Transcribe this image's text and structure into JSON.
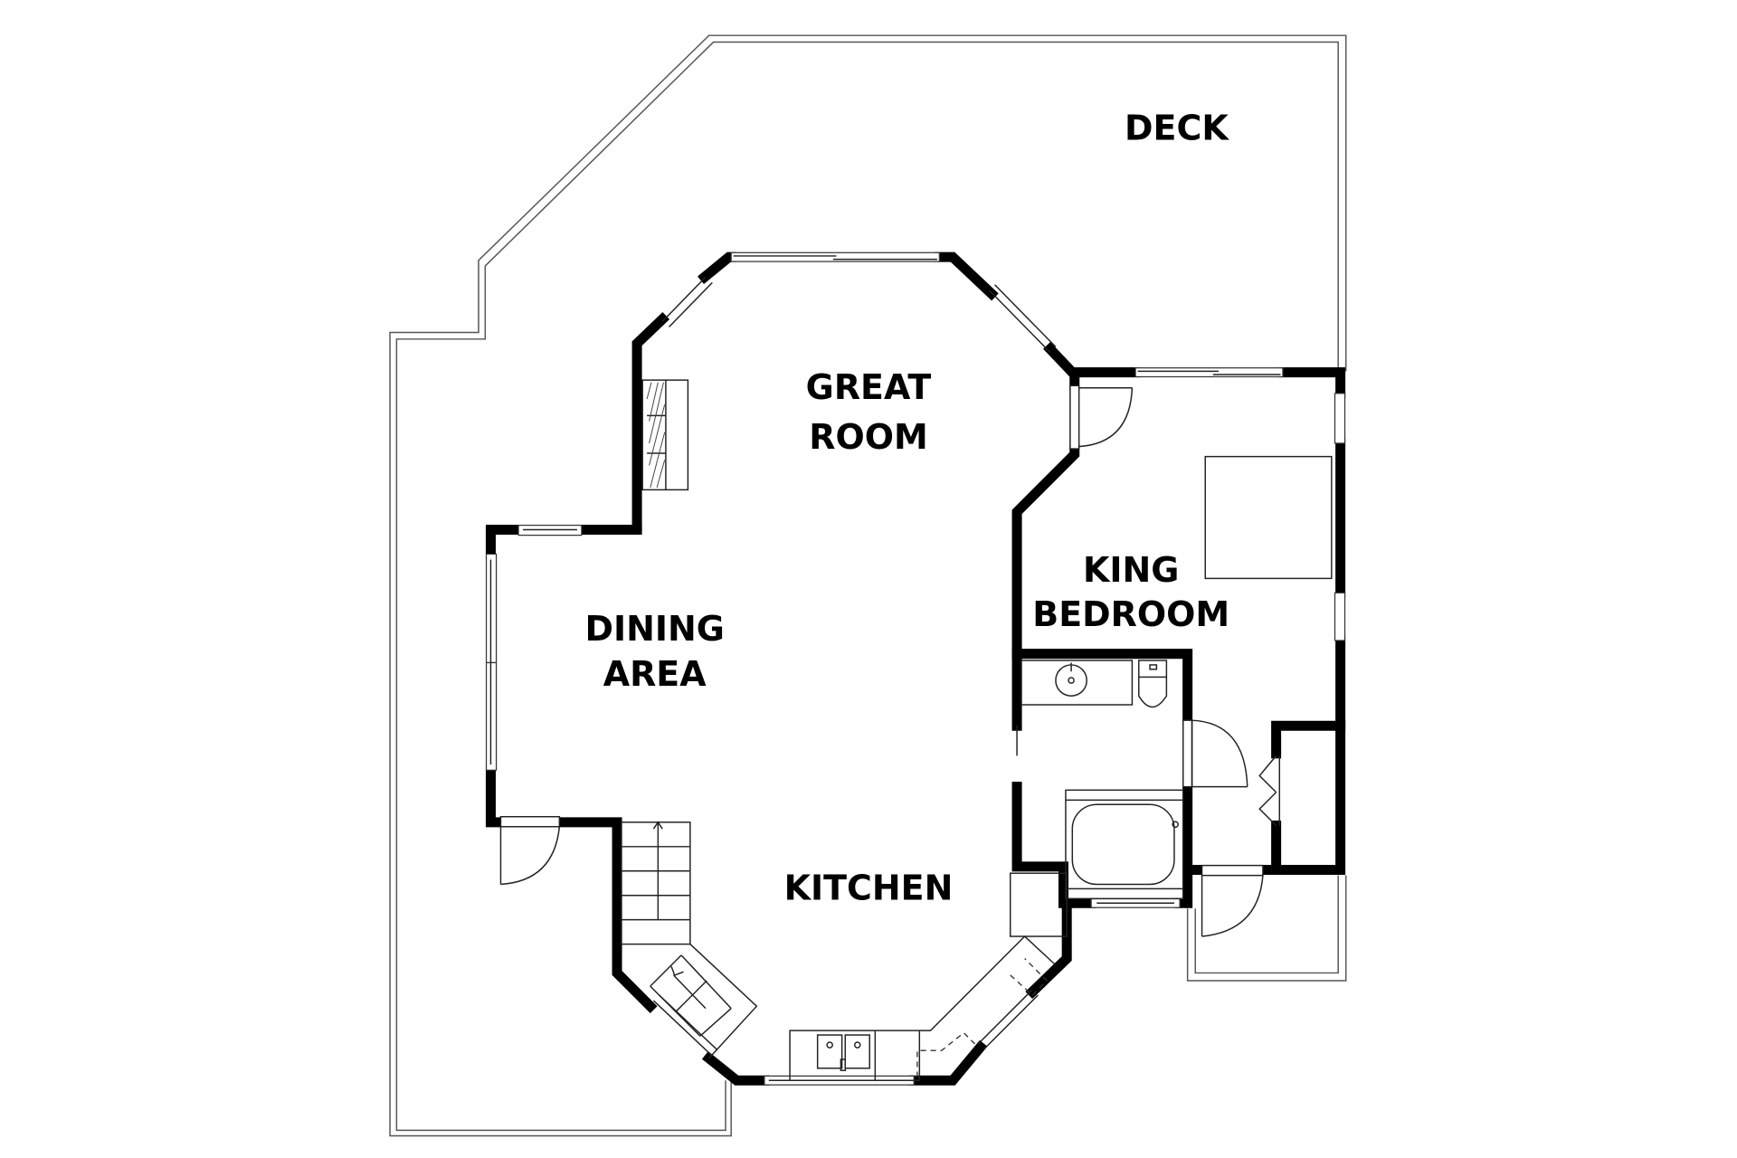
{
  "plan": {
    "type": "floor-plan",
    "rooms": [
      {
        "id": "deck",
        "lines": [
          "DECK"
        ]
      },
      {
        "id": "great-room",
        "lines": [
          "GREAT",
          "ROOM"
        ]
      },
      {
        "id": "dining-area",
        "lines": [
          "DINING",
          "AREA"
        ]
      },
      {
        "id": "kitchen",
        "lines": [
          "KITCHEN"
        ]
      },
      {
        "id": "king-bedroom",
        "lines": [
          "KING",
          "BEDROOM"
        ]
      }
    ],
    "fixtures": [
      "fireplace",
      "stairs-up",
      "double-sink",
      "range-counter",
      "bathroom-sink",
      "toilet",
      "bathtub",
      "bed",
      "closet",
      "entry-door",
      "sliding-doors"
    ],
    "colors": {
      "wall": "#000000",
      "deck_outline": "#555555",
      "background": "#ffffff"
    }
  }
}
